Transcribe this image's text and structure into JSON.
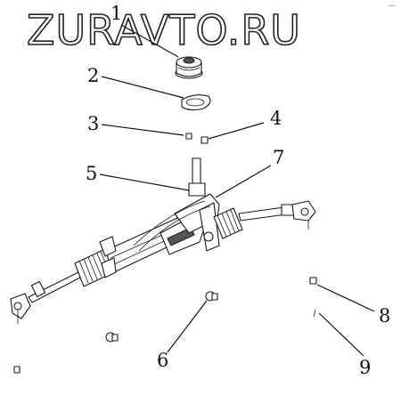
{
  "watermark": "ZURAVTO.RU",
  "callouts": [
    {
      "id": "1",
      "label": "1"
    },
    {
      "id": "2",
      "label": "2"
    },
    {
      "id": "3",
      "label": "3"
    },
    {
      "id": "4",
      "label": "4"
    },
    {
      "id": "5",
      "label": "5"
    },
    {
      "id": "6",
      "label": "6"
    },
    {
      "id": "7",
      "label": "7"
    },
    {
      "id": "8",
      "label": "8"
    },
    {
      "id": "9",
      "label": "9"
    }
  ],
  "corner_mark": "—"
}
